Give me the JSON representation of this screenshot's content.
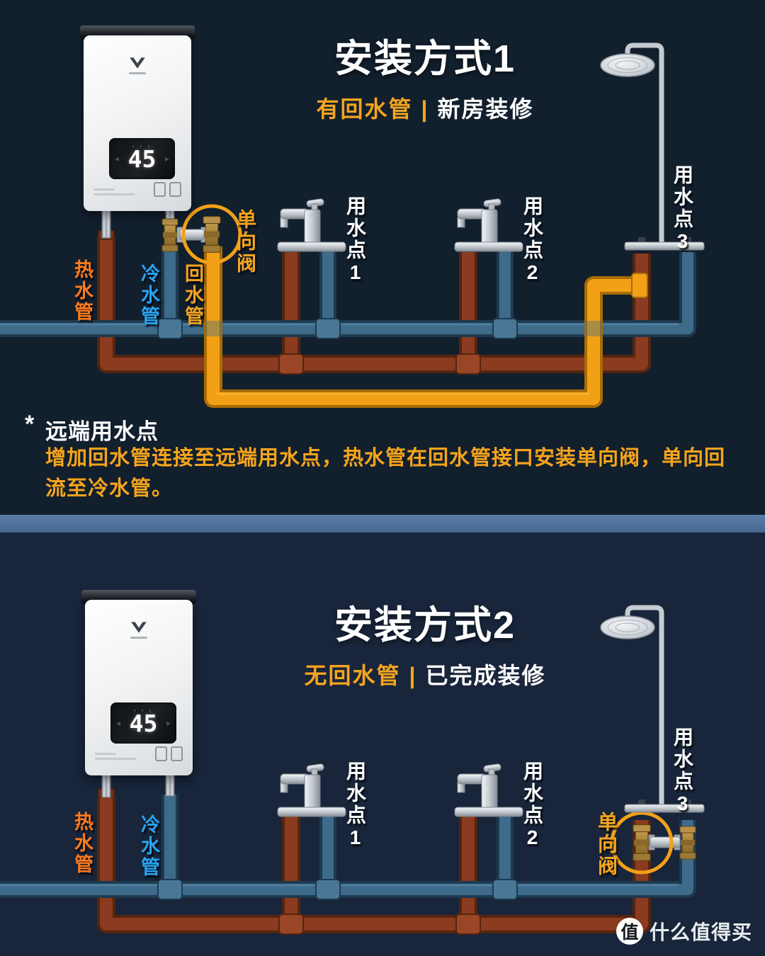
{
  "colors": {
    "background_top": "#121F2D",
    "background_bottom": "#18253A",
    "divider": "#4E7096",
    "accent_orange": "#F5A41F",
    "hot_pipe": "#8A3B20",
    "cold_pipe": "#3E6B8A",
    "return_pipe": "#F2A117",
    "hot_label": "#FF7A1C",
    "cold_label": "#2AA3EF",
    "title_white": "#FFFFFF"
  },
  "panel1": {
    "title": "安装方式1",
    "subtitle": {
      "highlight": "有回水管",
      "separator": "|",
      "normal": "新房装修"
    },
    "heater": {
      "temp": "45"
    },
    "pipe_labels": {
      "hot": "热水管",
      "cold": "冷水管",
      "return": "回水管"
    },
    "valve_label": "单向阀",
    "points": {
      "p1": "用水点1",
      "p2": "用水点2",
      "p3": "用水点3"
    },
    "note": {
      "marker": "*",
      "title": "远端用水点",
      "body": "增加回水管连接至远端用水点，热水管在回水管接口安装单向阀，单向回流至冷水管。"
    }
  },
  "panel2": {
    "title": "安装方式2",
    "subtitle": {
      "highlight": "无回水管",
      "separator": "|",
      "normal": "已完成装修"
    },
    "heater": {
      "temp": "45"
    },
    "pipe_labels": {
      "hot": "热水管",
      "cold": "冷水管"
    },
    "valve_label": "单向阀",
    "points": {
      "p1": "用水点1",
      "p2": "用水点2",
      "p3": "用水点3"
    }
  },
  "watermark": {
    "badge": "值",
    "text": "什么值得买"
  }
}
